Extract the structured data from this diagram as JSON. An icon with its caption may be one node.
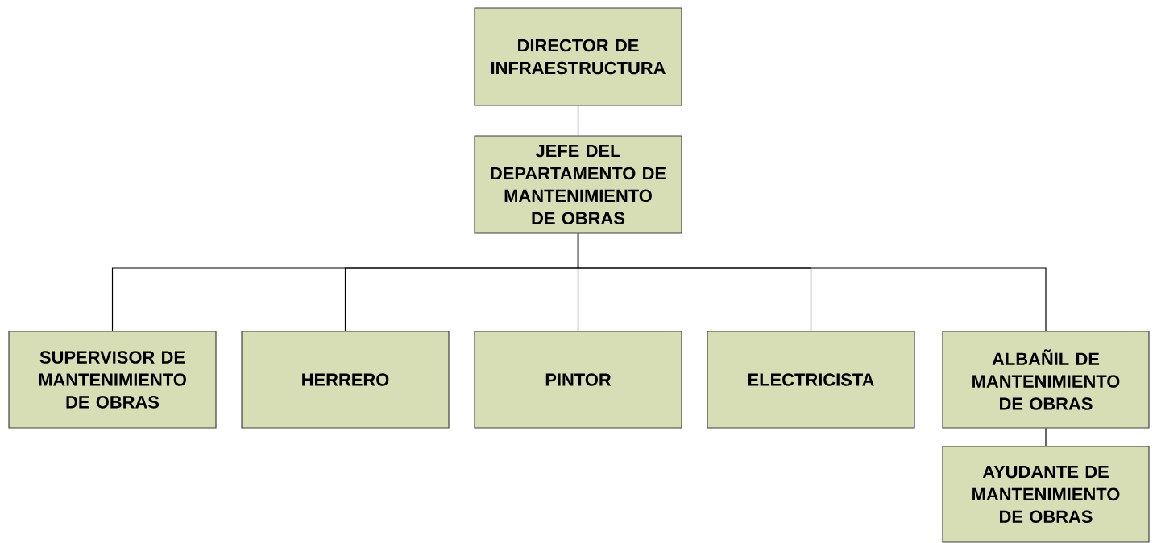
{
  "diagram": {
    "nodes": [
      {
        "text": [
          "DIRECTOR DE INFRAESTRUCTURA"
        ]
      },
      {
        "text": [
          "JEFE DEL DEPARTAMENTO DE MANTENIMIENTO DE OBRAS"
        ]
      },
      {
        "text": [
          "SUPERVISOR DE MANTENIMIENTO DE OBRAS"
        ]
      },
      {
        "text": [
          "HERRERO"
        ]
      },
      {
        "text": [
          "PINTOR"
        ]
      },
      {
        "text": [
          "ELECTRICISTA"
        ]
      },
      {
        "text": [
          "ALBAÑIL DE MANTENIMIENTO DE OBRAS"
        ]
      },
      {
        "text": [
          "AYUDANTE DE MANTENIMIENTO DE OBRAS"
        ]
      }
    ],
    "edges": [
      {
        "from": 0,
        "to": 1,
        "arrow": "none"
      },
      {
        "from": 1,
        "to": 2,
        "arrow": "none"
      },
      {
        "from": 1,
        "to": 3,
        "arrow": "none"
      },
      {
        "from": 1,
        "to": 4,
        "arrow": "none"
      },
      {
        "from": 1,
        "to": 5,
        "arrow": "none"
      },
      {
        "from": 1,
        "to": 6,
        "arrow": "none"
      },
      {
        "from": 6,
        "to": 7,
        "arrow": "none"
      }
    ]
  }
}
